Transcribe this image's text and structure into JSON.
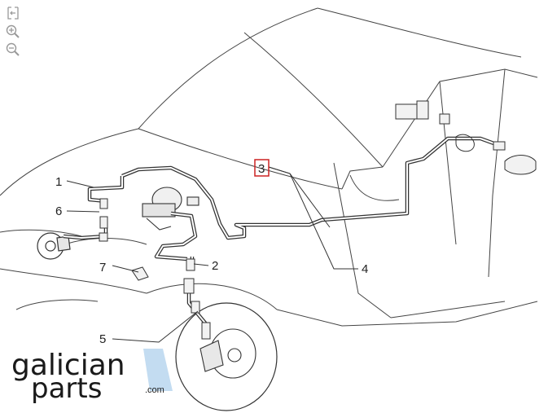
{
  "toolbar": {
    "icons": [
      "fit-screen-icon",
      "zoom-in-icon",
      "zoom-out-icon"
    ]
  },
  "diagram": {
    "callouts": [
      "1",
      "2",
      "3",
      "4",
      "5",
      "6",
      "7"
    ],
    "highlight_color": "#cc2222"
  },
  "logo": {
    "line1": "galician",
    "line2": "parts",
    "suffix": ".com",
    "accent_color": "#b9d6ee"
  }
}
